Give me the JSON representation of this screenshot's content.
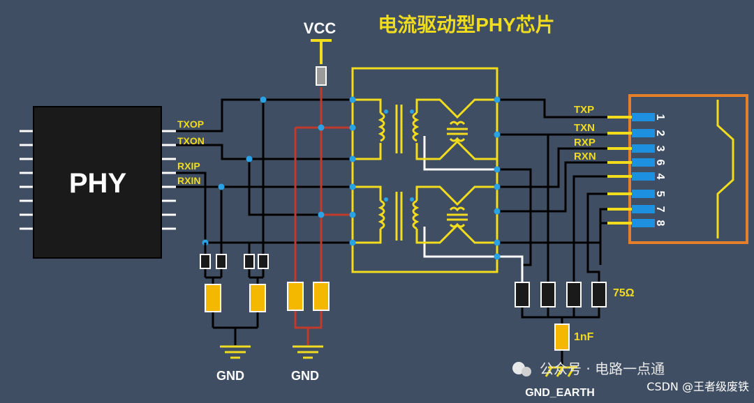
{
  "title": "电流驱动型PHY芯片",
  "chip_label": "PHY",
  "vcc_label": "VCC",
  "phy_pins": [
    "TXOP",
    "TXON",
    "RXIP",
    "RXIN"
  ],
  "connector_signals": [
    "TXP",
    "TXN",
    "RXP",
    "RXN"
  ],
  "connector_pin_numbers": [
    "1",
    "2",
    "3",
    "6",
    "4",
    "5",
    "7",
    "8"
  ],
  "gnd_label": "GND",
  "gnd_earth_label": "GND_EARTH",
  "resistor_value": "75Ω",
  "capacitor_value": "1nF",
  "watermark_wechat": "公众号 · 电路一点通",
  "watermark_csdn": "CSDN @王者级废铁",
  "colors": {
    "background": "#3f4e62",
    "wire": "#000000",
    "power_wire": "#c0392b",
    "outline": "#f2dc1e",
    "component_body": "#f5b800",
    "connector_frame": "#e57f2a",
    "connector_pin": "#1e90e0",
    "junction": "#29a3e6",
    "label_text": "#f2dc1e"
  }
}
